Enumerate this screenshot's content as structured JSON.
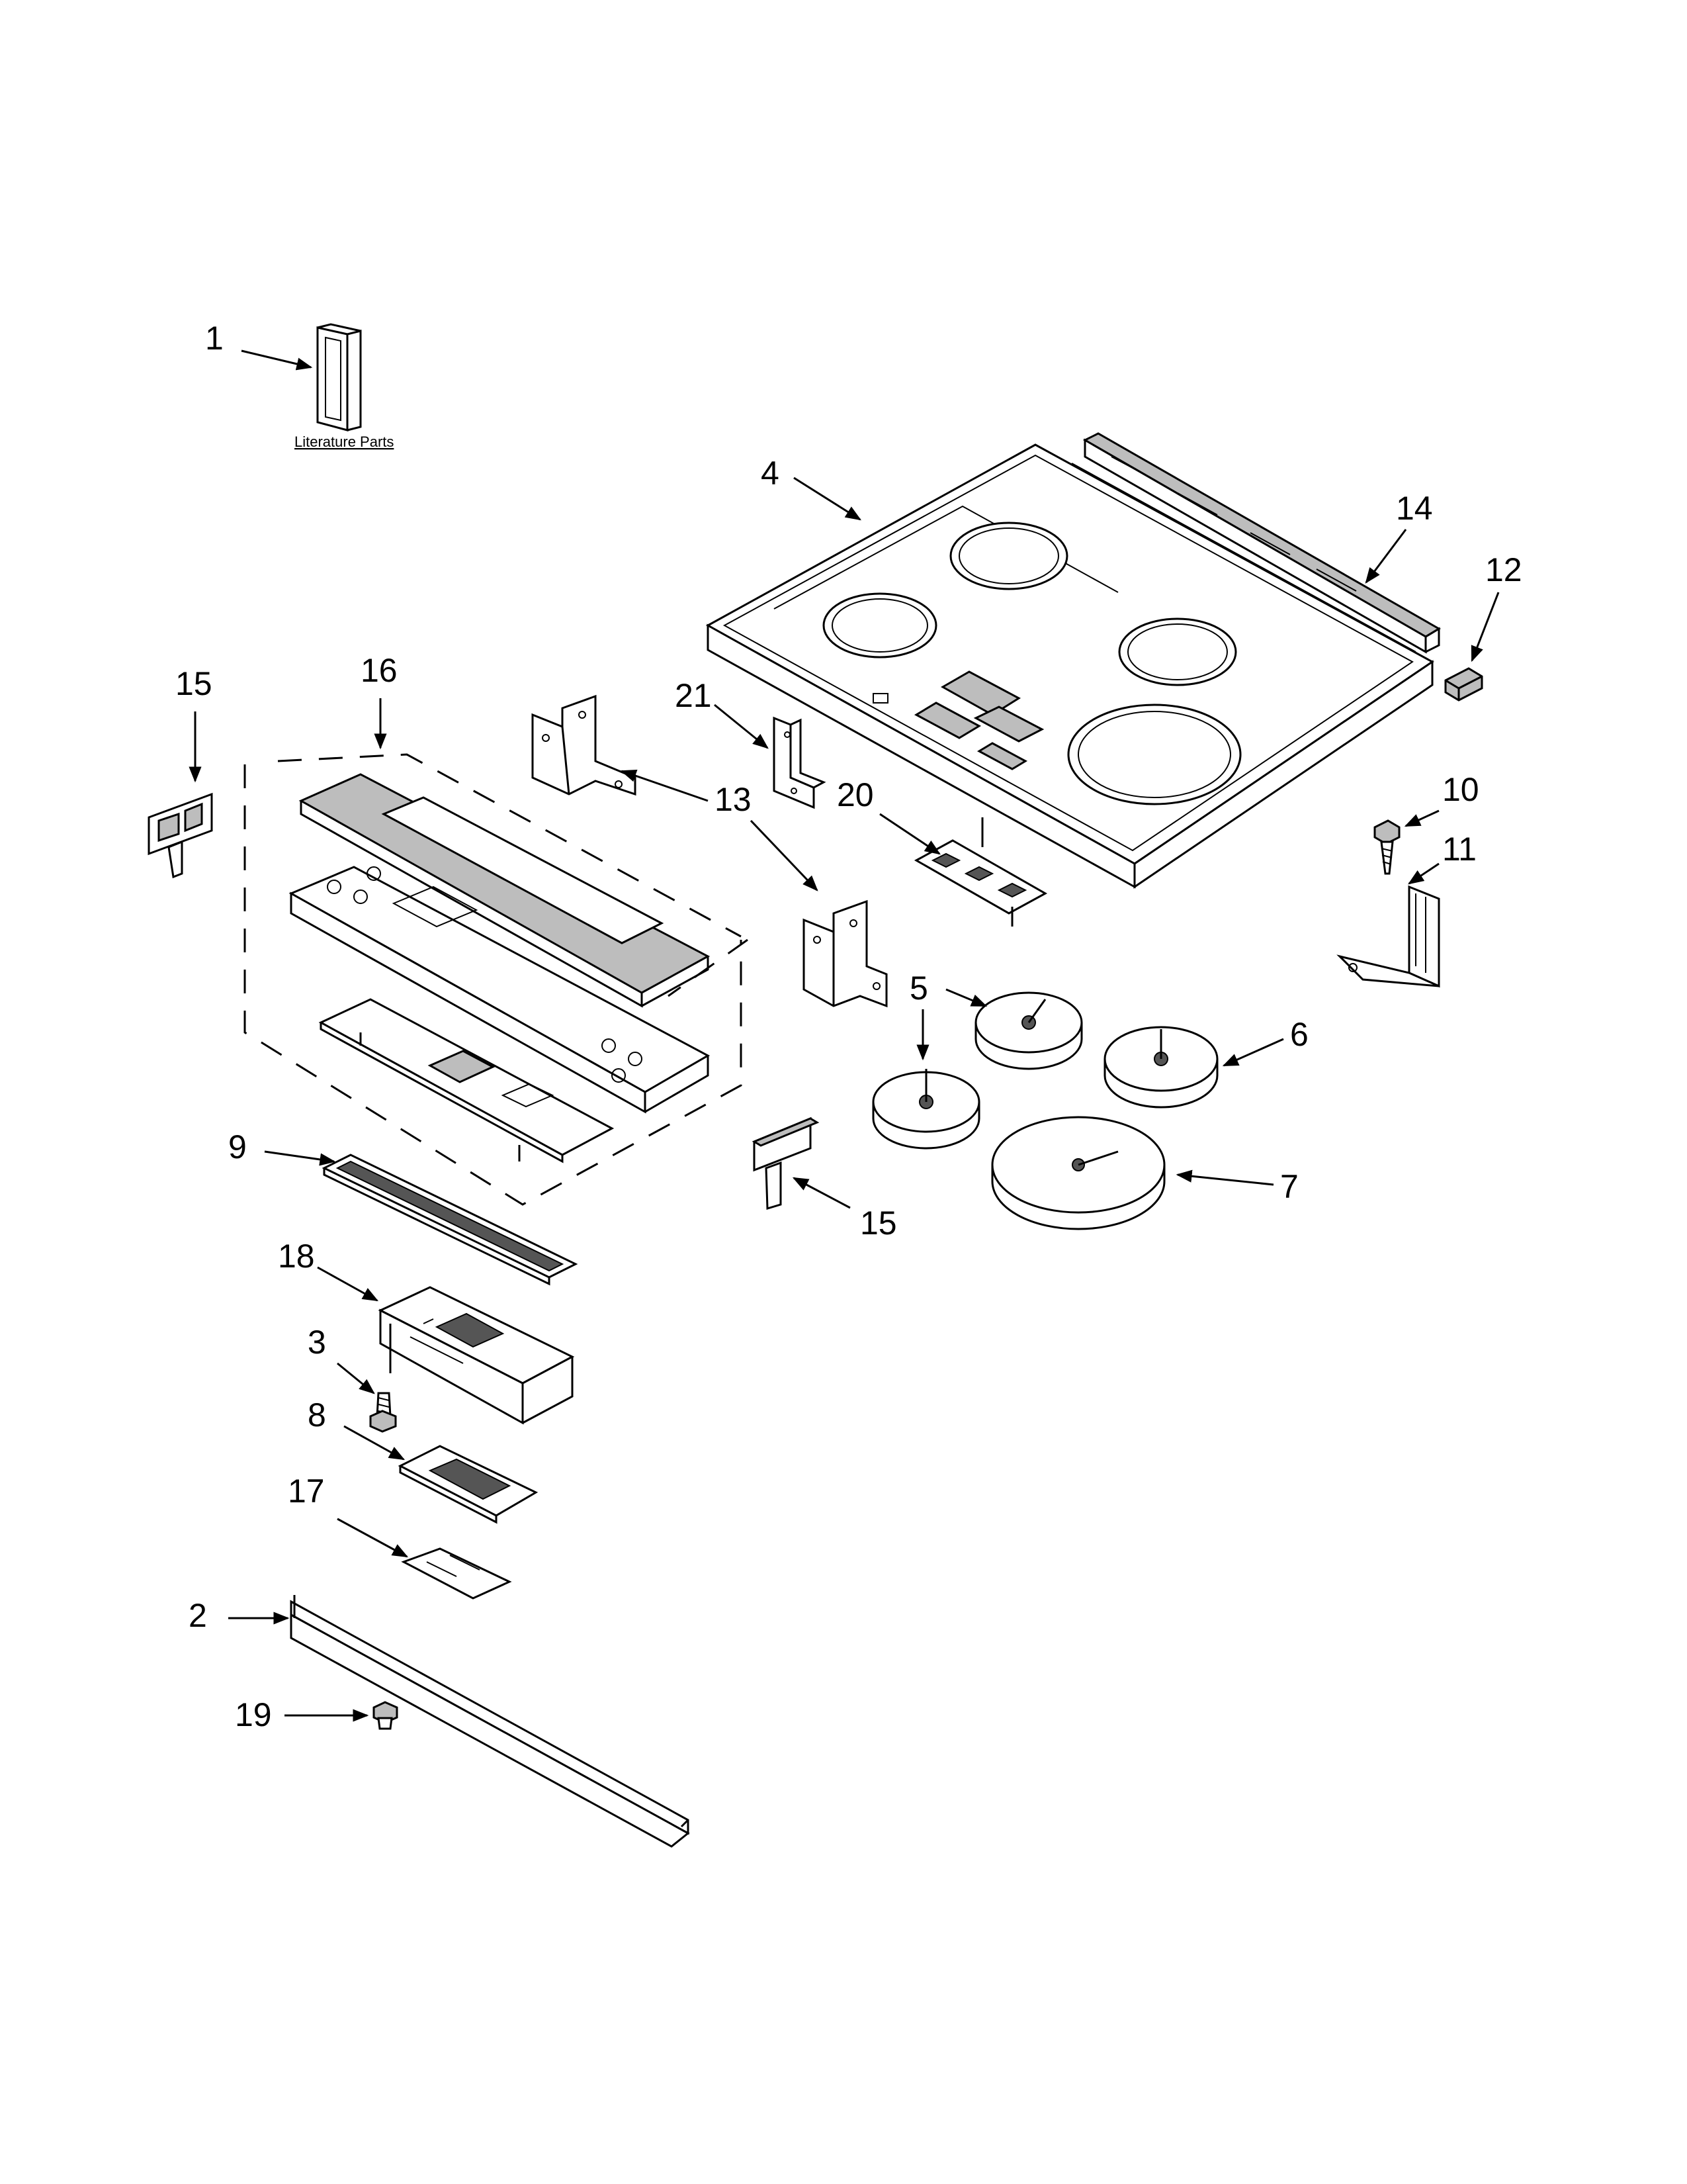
{
  "diagram": {
    "literature_label": "Literature Parts",
    "callouts": {
      "c1": "1",
      "c2": "2",
      "c3": "3",
      "c4": "4",
      "c5": "5",
      "c6": "6",
      "c7": "7",
      "c8": "8",
      "c9": "9",
      "c10": "10",
      "c11": "11",
      "c12": "12",
      "c13": "13",
      "c14": "14",
      "c15a": "15",
      "c15b": "15",
      "c16": "16",
      "c17": "17",
      "c18": "18",
      "c19": "19",
      "c20": "20",
      "c21": "21"
    }
  }
}
